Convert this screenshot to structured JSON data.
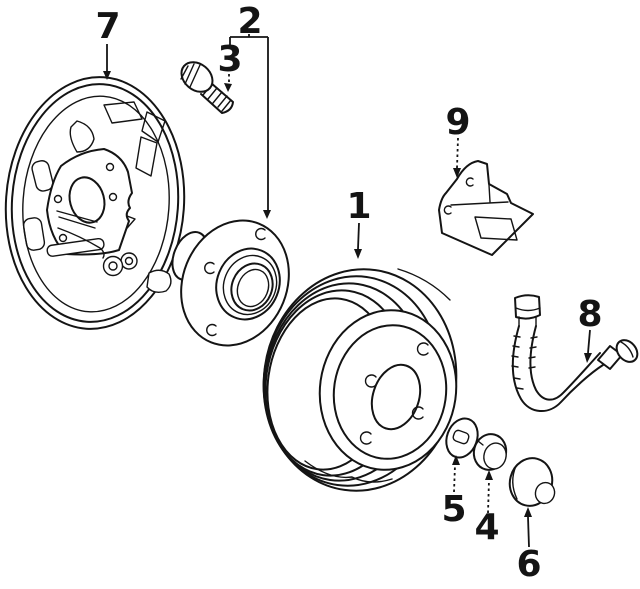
{
  "diagram": {
    "type": "exploded-parts-line-drawing",
    "background_color": "#ffffff",
    "line_color": "#141414",
    "callouts": [
      {
        "number": "1",
        "part": "brake-drum"
      },
      {
        "number": "2",
        "part": "hub-assembly"
      },
      {
        "number": "3",
        "part": "hub-mounting-bolt"
      },
      {
        "number": "4",
        "part": "spindle-nut"
      },
      {
        "number": "5",
        "part": "washer"
      },
      {
        "number": "6",
        "part": "grease-cap"
      },
      {
        "number": "7",
        "part": "brake-backing-plate"
      },
      {
        "number": "8",
        "part": "brake-hose"
      },
      {
        "number": "9",
        "part": "hose-bracket"
      }
    ]
  }
}
